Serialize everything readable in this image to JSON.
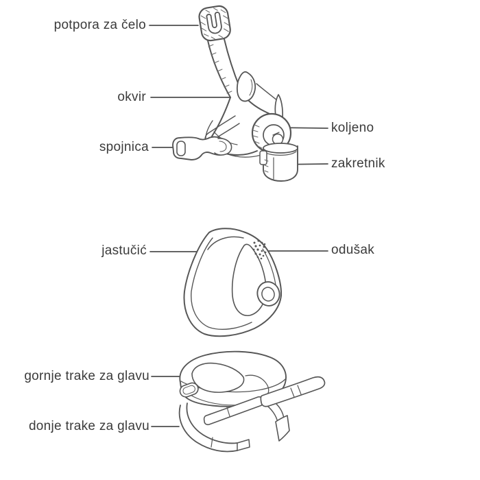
{
  "page": {
    "background": "#ffffff"
  },
  "diagram": {
    "colors": {
      "line": "#565656",
      "hatch": "#6b6b6b",
      "text": "#3b3b3b",
      "leader": "#4f4f4f"
    },
    "labels": {
      "forehead_support": {
        "text": "potpora za čelo",
        "side": "left"
      },
      "frame": {
        "text": "okvir",
        "side": "left"
      },
      "clip": {
        "text": "spojnica",
        "side": "left"
      },
      "elbow": {
        "text": "koljeno",
        "side": "right"
      },
      "swivel": {
        "text": "zakretnik",
        "side": "right"
      },
      "cushion": {
        "text": "jastučić",
        "side": "left"
      },
      "vent": {
        "text": "odušak",
        "side": "right"
      },
      "upper_headgear_straps": {
        "text": "gornje trake za glavu",
        "side": "left"
      },
      "lower_headgear_straps": {
        "text": "donje trake za glavu",
        "side": "left"
      }
    },
    "illustrations": [
      {
        "name": "mask-frame-assembly",
        "parts": [
          "forehead-support",
          "frame",
          "clip",
          "elbow",
          "swivel"
        ]
      },
      {
        "name": "mask-cushion",
        "parts": [
          "cushion",
          "vent",
          "port"
        ]
      },
      {
        "name": "headgear",
        "parts": [
          "crown",
          "upper-straps",
          "lower-straps"
        ]
      }
    ]
  }
}
